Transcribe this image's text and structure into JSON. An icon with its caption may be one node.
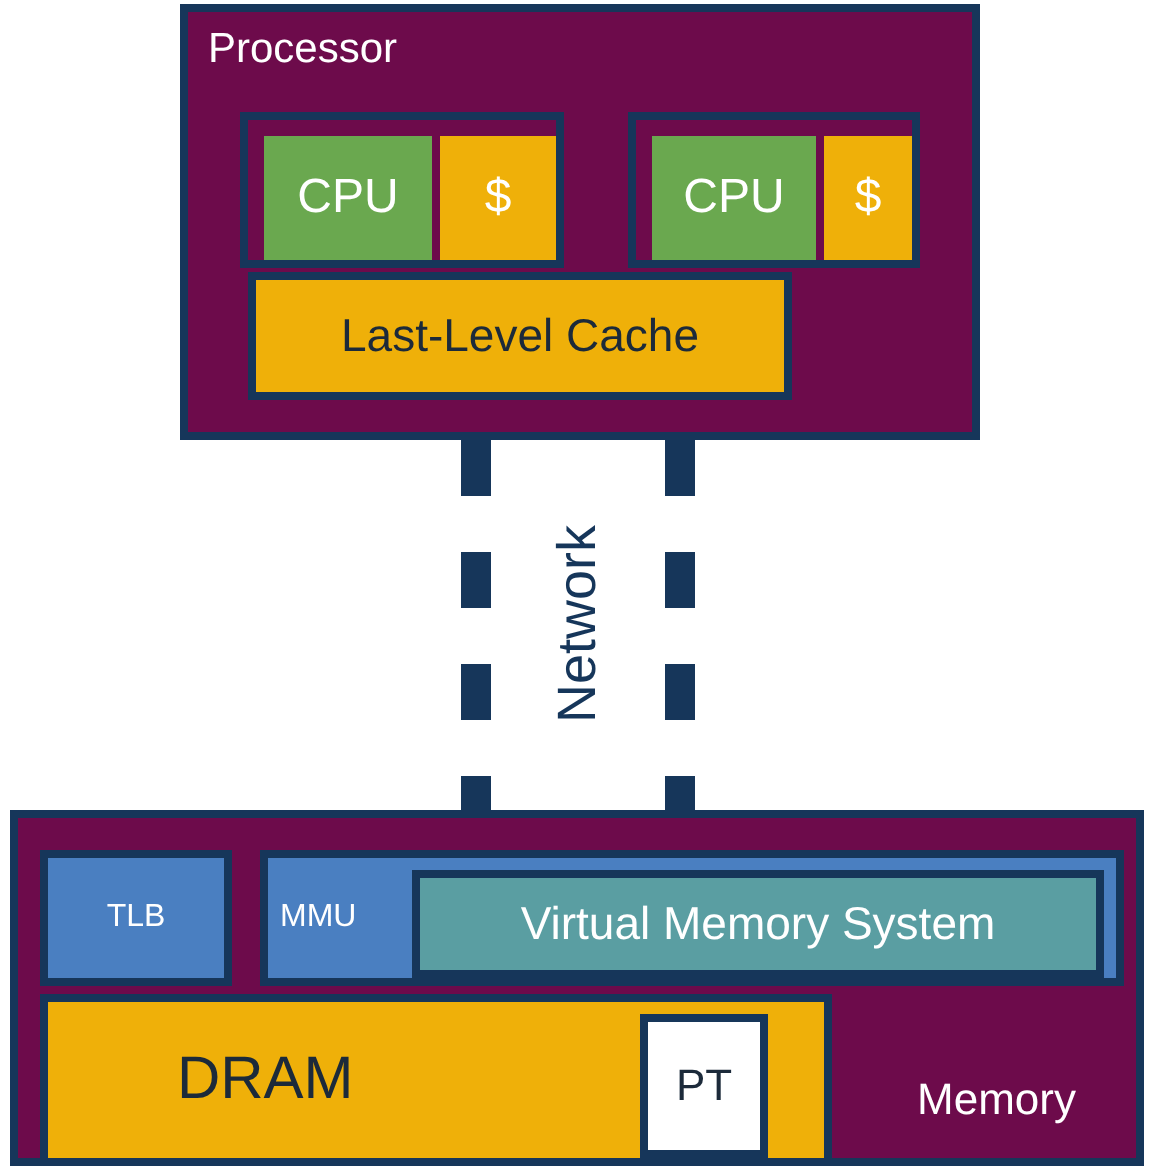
{
  "diagram": {
    "nodes": [
      {
        "text": [
          "Processor"
        ]
      },
      {
        "text": [],
        "shape": "box",
        "in": 0
      },
      {
        "text": [
          "CPU"
        ],
        "in": 1
      },
      {
        "text": [
          "$"
        ],
        "in": 1
      },
      {
        "text": [],
        "shape": "box",
        "in": 0
      },
      {
        "text": [
          "CPU"
        ],
        "in": 4
      },
      {
        "text": [
          "$"
        ],
        "in": 4
      },
      {
        "text": [
          "Last-Level Cache"
        ],
        "in": 0
      },
      {
        "text": [
          "Memory"
        ]
      },
      {
        "text": [
          "TLB"
        ],
        "in": 8
      },
      {
        "text": [
          "MMU"
        ],
        "in": 8
      },
      {
        "text": [
          "Virtual Memory System"
        ],
        "in": 10
      },
      {
        "text": [
          "DRAM"
        ],
        "in": 8
      },
      {
        "text": [
          "PT"
        ],
        "in": 12
      }
    ],
    "edges": [
      {
        "from": 0,
        "to": 8,
        "arrow": "none",
        "style": "dashed"
      },
      {
        "from": 0,
        "to": 8,
        "arrow": "none",
        "style": "dashed"
      }
    ],
    "labels": [
      "Network"
    ]
  }
}
